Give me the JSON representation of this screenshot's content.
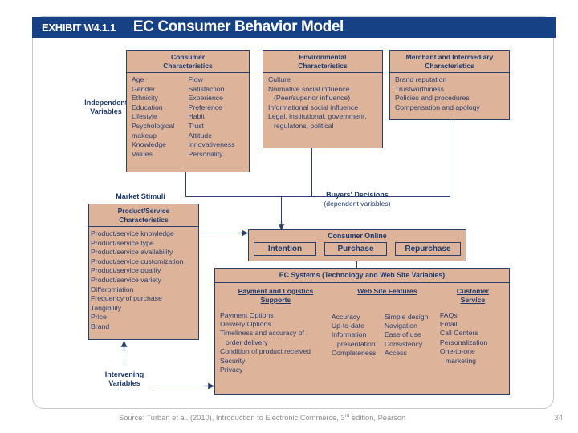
{
  "header": {
    "exhibit_label": "EXHIBIT W4.1.1",
    "title": "EC Consumer Behavior Model",
    "bar_color": "#164285"
  },
  "theme": {
    "box_fill": "#ddb39a",
    "box_border": "#2a3f6b",
    "text_color": "#1d3a6e"
  },
  "labels": {
    "independent_variables": "Independent\nVariables",
    "independent_variables_l1": "Independent",
    "independent_variables_l2": "Variables",
    "market_stimuli": "Market Stimuli",
    "buyers_decisions_l1": "Buyers' Decisions",
    "buyers_decisions_l2": "(dependent variables)",
    "intervening_variables_l1": "Intervening",
    "intervening_variables_l2": "Variables"
  },
  "consumer_characteristics": {
    "title_l1": "Consumer",
    "title_l2": "Characteristics",
    "col_left": [
      "Age",
      "Gender",
      "Ethnicity",
      "Education",
      "Lifestyle",
      "Psychological",
      "makeup",
      "Knowledge",
      "Values"
    ],
    "col_right": [
      "Flow",
      "Satisfaction",
      "Experience",
      "Preference",
      "Habit",
      "Trust",
      "Attitude",
      "Innovativeness",
      "Personality"
    ]
  },
  "environmental_characteristics": {
    "title_l1": "Environmental",
    "title_l2": "Characteristics",
    "items": [
      {
        "text": "Culture",
        "indent": false
      },
      {
        "text": "Normative social influence",
        "indent": false
      },
      {
        "text": "(Peer/superior influence)",
        "indent": true
      },
      {
        "text": "Informational social influence",
        "indent": false
      },
      {
        "text": "Legal, institutional, government,",
        "indent": false
      },
      {
        "text": "regulatons, political",
        "indent": true
      }
    ]
  },
  "merchant_characteristics": {
    "title_l1": "Merchant and Intermediary",
    "title_l2": "Characteristics",
    "items": [
      "Brand reputation",
      "Trustworthiness",
      "Policies and procedures",
      "Compensation and apology"
    ]
  },
  "product_service_characteristics": {
    "title_l1": "Product/Service",
    "title_l2": "Characteristics",
    "items": [
      "Product/service knowledge",
      "Product/service type",
      "Product/service availability",
      "Product/service customization",
      "Product/service quality",
      "Product/service variety",
      "Differomiation",
      "Frequency of purchase",
      "Tangibility",
      "Price",
      "Brand"
    ]
  },
  "consumer_online": {
    "title": "Consumer Online",
    "decisions": [
      "Intention",
      "Purchase",
      "Repurchase"
    ]
  },
  "ec_systems": {
    "title": "EC Systems (Technology and Web Site Variables)",
    "columns": [
      {
        "head_l1": "Payment and Logistics",
        "head_l2": "Supports",
        "items": [
          {
            "text": "Payment Options",
            "indent": false
          },
          {
            "text": "Delivery Options",
            "indent": false
          },
          {
            "text": "Timeliness and accuracy of",
            "indent": false
          },
          {
            "text": "order delivery",
            "indent": true
          },
          {
            "text": "Condition of product received",
            "indent": false
          },
          {
            "text": "Security",
            "indent": false
          },
          {
            "text": "Privacy",
            "indent": false
          }
        ]
      },
      {
        "head_l1": "Web Site Features",
        "head_l2": "",
        "sub_left": [
          {
            "text": "Accuracy",
            "indent": false
          },
          {
            "text": "Up-to-date",
            "indent": false
          },
          {
            "text": "Information",
            "indent": false
          },
          {
            "text": "presentation",
            "indent": true
          },
          {
            "text": "Completeness",
            "indent": false
          }
        ],
        "sub_right": [
          {
            "text": "Simple design",
            "indent": false
          },
          {
            "text": "Navigation",
            "indent": false
          },
          {
            "text": "Ease of use",
            "indent": false
          },
          {
            "text": "Consistency",
            "indent": false
          },
          {
            "text": "Access",
            "indent": false
          }
        ]
      },
      {
        "head_l1": "Customer",
        "head_l2": "Service",
        "items": [
          {
            "text": "FAQs",
            "indent": false
          },
          {
            "text": "Email",
            "indent": false
          },
          {
            "text": "Call Centers",
            "indent": false
          },
          {
            "text": "Personalization",
            "indent": false
          },
          {
            "text": "One-to-one",
            "indent": false
          },
          {
            "text": "marketing",
            "indent": true
          }
        ]
      }
    ]
  },
  "footer": {
    "source_prefix": "Source: Turban et al. (2010), Introduction to Electronic Commerce, 3",
    "source_sup": "rd",
    "source_suffix": " edition, Pearson",
    "page_number": "34"
  }
}
